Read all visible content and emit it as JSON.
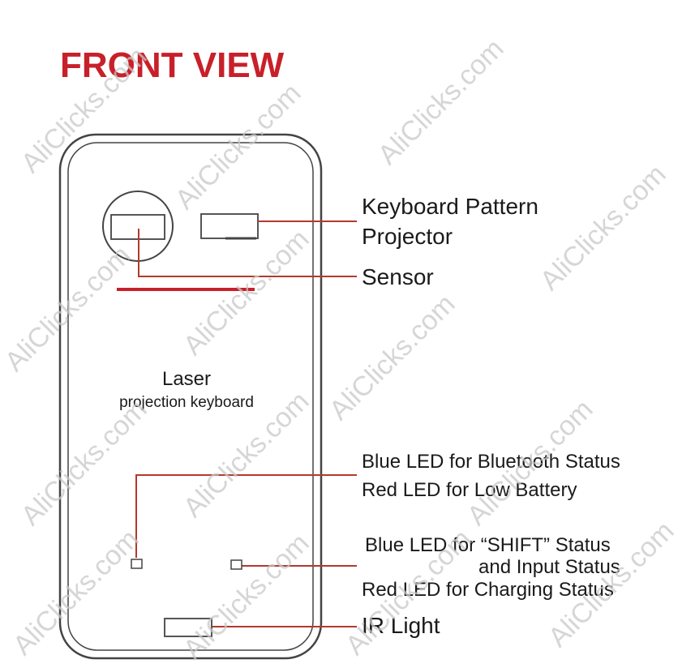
{
  "title": "FRONT VIEW",
  "device": {
    "label_line1": "Laser",
    "label_line2": "projection keyboard"
  },
  "callouts": {
    "keyboard_projector_line1": "Keyboard Pattern",
    "keyboard_projector_line2": "Projector",
    "sensor": "Sensor",
    "bluetooth_led": "Blue LED for Bluetooth Status",
    "low_battery_led": "Red LED for Low Battery",
    "shift_led_line1": "Blue LED for “SHIFT” Status",
    "shift_led_line2": "and Input Status",
    "charging_led": "Red LED for Charging Status",
    "ir_light": "IR Light"
  },
  "watermark": "AliClicks.com",
  "colors": {
    "title": "#c8202a",
    "leader_line": "#b23a2e",
    "outline": "#444444",
    "watermark": "#c9c9c9"
  }
}
